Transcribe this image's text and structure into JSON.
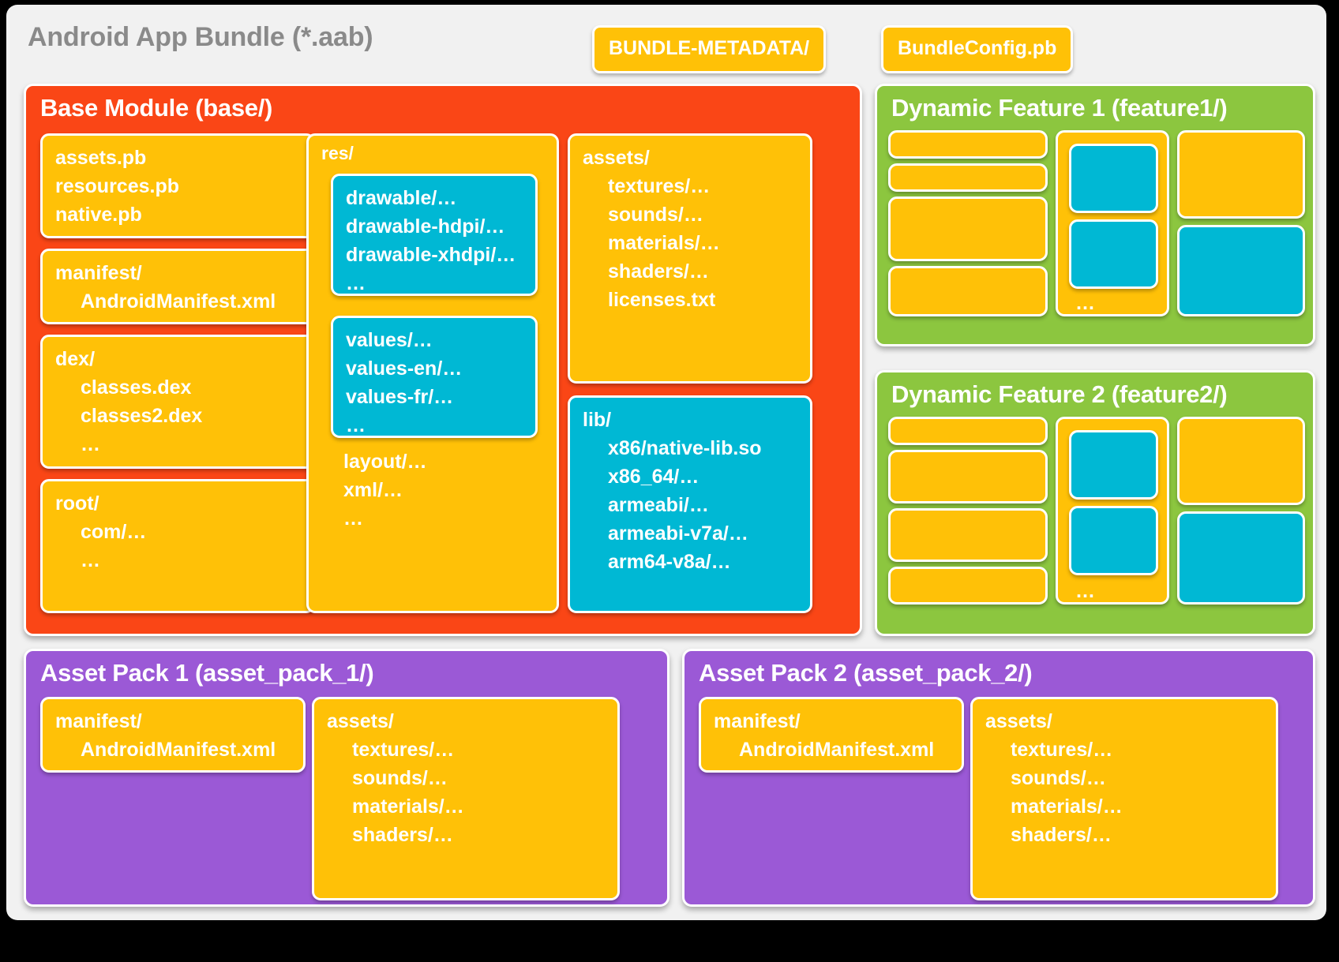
{
  "bundle": {
    "title": "Android App Bundle (*.aab)",
    "metadata_pill": "BUNDLE-METADATA/",
    "config_pill": "BundleConfig.pb"
  },
  "colors": {
    "background": "#000000",
    "panel_background": "#f1f1f1",
    "base_module": "#FA4616",
    "dynamic_feature": "#8CC63F",
    "asset_pack": "#9B59D6",
    "card_yellow": "#FFC107",
    "card_cyan": "#00B8D4",
    "title_grey": "#8a8a8a",
    "card_text": "#ffffff"
  },
  "base_module": {
    "title": "Base Module (base/)",
    "col1": [
      {
        "name": "protos-card",
        "lines": [
          {
            "text": "assets.pb",
            "indent": 0
          },
          {
            "text": "resources.pb",
            "indent": 0
          },
          {
            "text": "native.pb",
            "indent": 0
          }
        ]
      },
      {
        "name": "manifest-card",
        "lines": [
          {
            "text": "manifest/",
            "indent": 0
          },
          {
            "text": "AndroidManifest.xml",
            "indent": 1
          }
        ]
      },
      {
        "name": "dex-card",
        "lines": [
          {
            "text": "dex/",
            "indent": 0
          },
          {
            "text": "classes.dex",
            "indent": 1
          },
          {
            "text": "classes2.dex",
            "indent": 1
          },
          {
            "text": "…",
            "indent": 1
          }
        ]
      },
      {
        "name": "root-card",
        "lines": [
          {
            "text": "root/",
            "indent": 0
          },
          {
            "text": "com/…",
            "indent": 1
          },
          {
            "text": "…",
            "indent": 1
          }
        ]
      }
    ],
    "res_card": {
      "label": "res/",
      "inner": [
        {
          "name": "drawable-card",
          "lines": [
            {
              "text": "drawable/…",
              "indent": 0
            },
            {
              "text": "drawable-hdpi/…",
              "indent": 0
            },
            {
              "text": "drawable-xhdpi/…",
              "indent": 0
            },
            {
              "text": "…",
              "indent": 0
            }
          ]
        },
        {
          "name": "values-card",
          "lines": [
            {
              "text": "values/…",
              "indent": 0
            },
            {
              "text": "values-en/…",
              "indent": 0
            },
            {
              "text": "values-fr/…",
              "indent": 0
            },
            {
              "text": "…",
              "indent": 0
            }
          ]
        }
      ],
      "tail": [
        {
          "text": "layout/…",
          "indent": 0
        },
        {
          "text": "xml/…",
          "indent": 0
        },
        {
          "text": "…",
          "indent": 0
        }
      ]
    },
    "assets_card": {
      "name": "assets-card",
      "lines": [
        {
          "text": "assets/",
          "indent": 0
        },
        {
          "text": "textures/…",
          "indent": 1
        },
        {
          "text": "sounds/…",
          "indent": 1
        },
        {
          "text": "materials/…",
          "indent": 1
        },
        {
          "text": "shaders/…",
          "indent": 1
        },
        {
          "text": "licenses.txt",
          "indent": 1
        }
      ]
    },
    "lib_card": {
      "name": "lib-card",
      "lines": [
        {
          "text": "lib/",
          "indent": 0
        },
        {
          "text": "x86/native-lib.so",
          "indent": 1
        },
        {
          "text": "x86_64/…",
          "indent": 1
        },
        {
          "text": "armeabi/…",
          "indent": 1
        },
        {
          "text": "armeabi-v7a/…",
          "indent": 1
        },
        {
          "text": "arm64-v8a/…",
          "indent": 1
        }
      ]
    }
  },
  "dynamic_features": [
    {
      "title": "Dynamic Feature 1 (feature1/)",
      "ellipsis": "…"
    },
    {
      "title": "Dynamic Feature 2 (feature2/)",
      "ellipsis": "…"
    }
  ],
  "asset_packs": [
    {
      "title": "Asset Pack 1 (asset_pack_1/)",
      "manifest": [
        {
          "text": "manifest/",
          "indent": 0
        },
        {
          "text": "AndroidManifest.xml",
          "indent": 1
        }
      ],
      "assets": [
        {
          "text": "assets/",
          "indent": 0
        },
        {
          "text": "textures/…",
          "indent": 1
        },
        {
          "text": "sounds/…",
          "indent": 1
        },
        {
          "text": "materials/…",
          "indent": 1
        },
        {
          "text": "shaders/…",
          "indent": 1
        }
      ]
    },
    {
      "title": "Asset Pack 2 (asset_pack_2/)",
      "manifest": [
        {
          "text": "manifest/",
          "indent": 0
        },
        {
          "text": "AndroidManifest.xml",
          "indent": 1
        }
      ],
      "assets": [
        {
          "text": "assets/",
          "indent": 0
        },
        {
          "text": "textures/…",
          "indent": 1
        },
        {
          "text": "sounds/…",
          "indent": 1
        },
        {
          "text": "materials/…",
          "indent": 1
        },
        {
          "text": "shaders/…",
          "indent": 1
        }
      ]
    }
  ]
}
